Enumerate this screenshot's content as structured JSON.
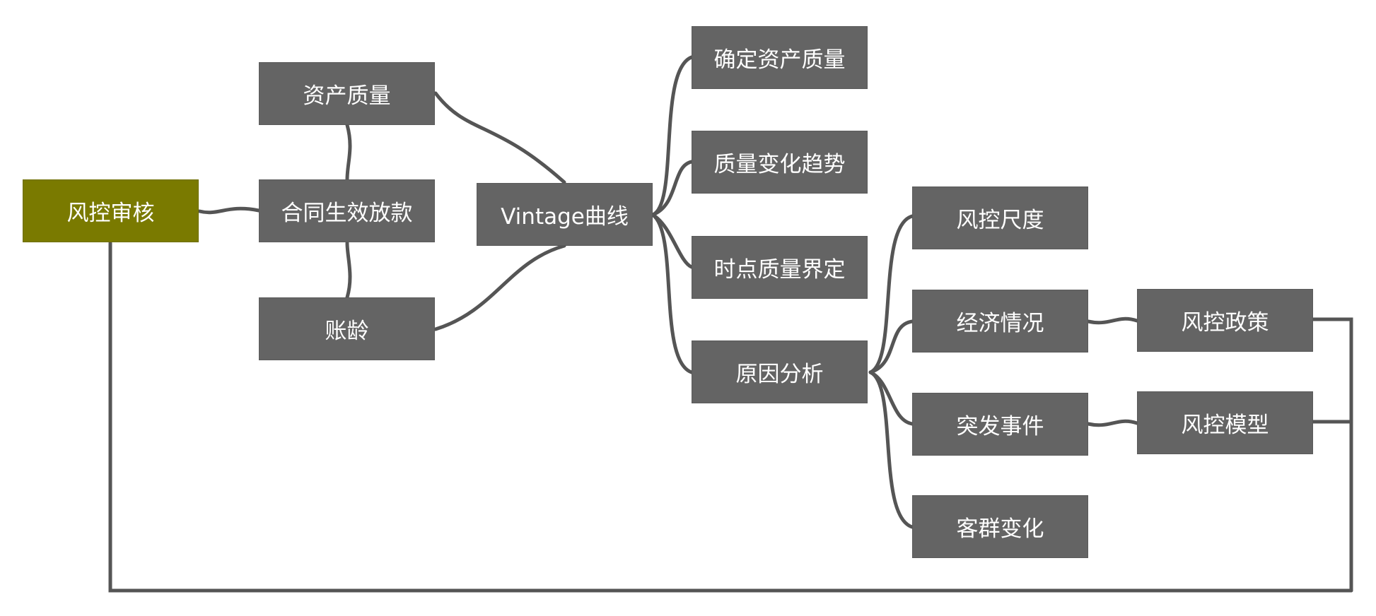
{
  "colors": {
    "node": "#646464",
    "root": "#7a7a00",
    "link": "#555555",
    "text": "#ffffff"
  },
  "nodes": {
    "fkshenhe": "风控审核",
    "zichan": "资产质量",
    "hetong": "合同生效放款",
    "zhangling": "账龄",
    "vintage": "Vintage曲线",
    "queding": "确定资产质量",
    "bianhua": "质量变化趋势",
    "shidian": "时点质量界定",
    "yuanyin": "原因分析",
    "chidu": "风控尺度",
    "jingji": "经济情况",
    "tufa": "突发事件",
    "kequn": "客群变化",
    "zhengce": "风控政策",
    "moxing": "风控模型"
  },
  "edges": [
    [
      "fkshenhe",
      "hetong"
    ],
    [
      "hetong",
      "zichan"
    ],
    [
      "hetong",
      "zhangling"
    ],
    [
      "zichan",
      "vintage"
    ],
    [
      "zhangling",
      "vintage"
    ],
    [
      "vintage",
      "queding"
    ],
    [
      "vintage",
      "bianhua"
    ],
    [
      "vintage",
      "shidian"
    ],
    [
      "vintage",
      "yuanyin"
    ],
    [
      "yuanyin",
      "chidu"
    ],
    [
      "yuanyin",
      "jingji"
    ],
    [
      "yuanyin",
      "tufa"
    ],
    [
      "yuanyin",
      "kequn"
    ],
    [
      "jingji",
      "zhengce"
    ],
    [
      "tufa",
      "moxing"
    ],
    [
      "zhengce",
      "fkshenhe"
    ],
    [
      "moxing",
      "fkshenhe"
    ]
  ]
}
